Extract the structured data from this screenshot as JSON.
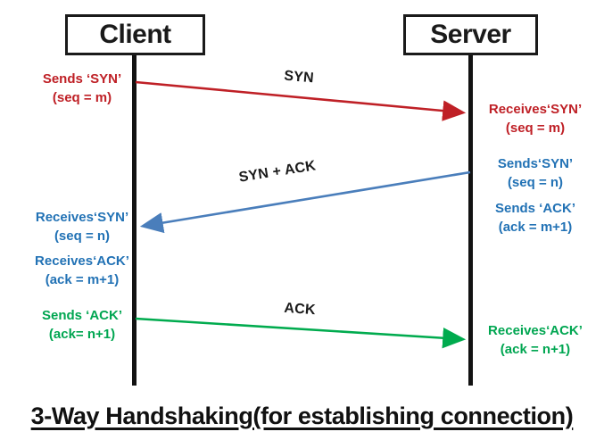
{
  "diagram": {
    "client_label": "Client",
    "server_label": "Server",
    "title": "3-Way Handshaking(for establishing connection)",
    "messages": [
      {
        "label": "SYN",
        "from": "client",
        "to": "server",
        "color": "#bf2026"
      },
      {
        "label": "SYN + ACK",
        "from": "server",
        "to": "client",
        "color": "#4a7ebb"
      },
      {
        "label": "ACK",
        "from": "client",
        "to": "server",
        "color": "#00ab4e"
      }
    ],
    "client_annotations": [
      {
        "lines": [
          "Sends ‘SYN’",
          "(seq = m)"
        ],
        "color": "#bf2026"
      },
      {
        "lines": [
          "Receives‘SYN’",
          "(seq = n)"
        ],
        "color": "#2272b5"
      },
      {
        "lines": [
          "Receives‘ACK’",
          "(ack = m+1)"
        ],
        "color": "#2272b5"
      },
      {
        "lines": [
          "Sends ‘ACK’",
          "(ack= n+1)"
        ],
        "color": "#00a651"
      }
    ],
    "server_annotations": [
      {
        "lines": [
          "Receives‘SYN’",
          "(seq = m)"
        ],
        "color": "#bf2026"
      },
      {
        "lines": [
          "Sends‘SYN’",
          "(seq = n)"
        ],
        "color": "#2272b5"
      },
      {
        "lines": [
          "Sends ‘ACK’",
          "(ack = m+1)"
        ],
        "color": "#2272b5"
      },
      {
        "lines": [
          "Receives‘ACK’",
          "(ack = n+1)"
        ],
        "color": "#00a651"
      }
    ],
    "colors": {
      "syn_red": "#bf2026",
      "synack_arrow_blue": "#4a7ebb",
      "blue_text": "#2272b5",
      "ack_green": "#00a651",
      "lifeline_black": "#121212"
    }
  }
}
